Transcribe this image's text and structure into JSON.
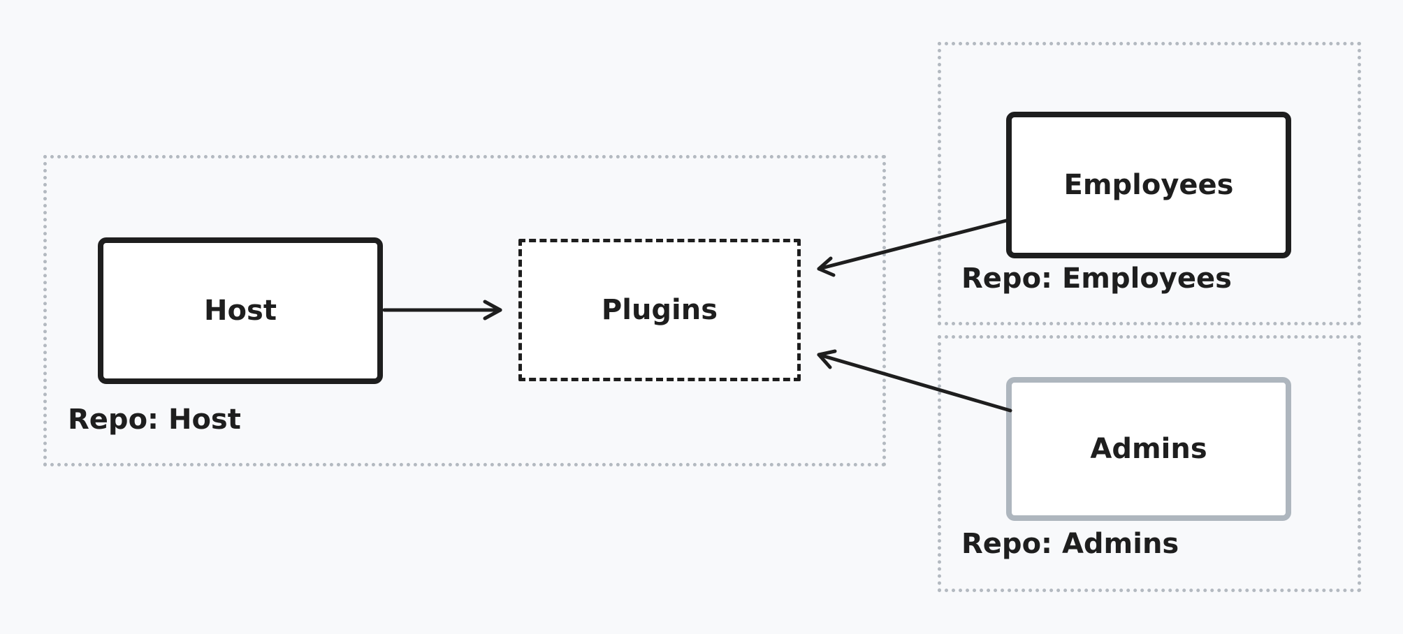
{
  "diagram": {
    "groups": {
      "host": {
        "label": "Repo: Host"
      },
      "employees": {
        "label": "Repo: Employees"
      },
      "admins": {
        "label": "Repo: Admins"
      }
    },
    "nodes": {
      "host": {
        "label": "Host"
      },
      "plugins": {
        "label": "Plugins"
      },
      "employees": {
        "label": "Employees"
      },
      "admins": {
        "label": "Admins"
      }
    },
    "edges": [
      {
        "from": "Host",
        "to": "Plugins"
      },
      {
        "from": "Employees",
        "to": "Plugins"
      },
      {
        "from": "Admins",
        "to": "Plugins"
      }
    ],
    "colors": {
      "stroke": "#1e1e1e",
      "muted_stroke": "#aeb6be",
      "group_border": "#b3b9c0",
      "background": "#f8f9fb",
      "node_fill": "#ffffff"
    }
  }
}
